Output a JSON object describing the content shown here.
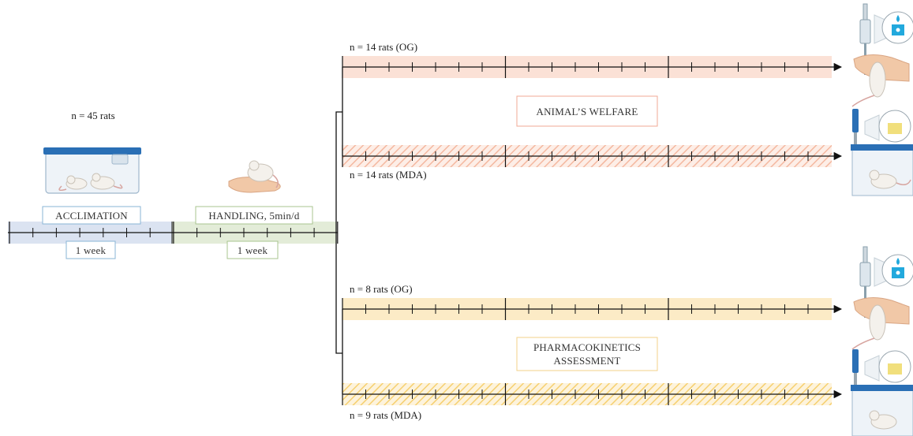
{
  "colors": {
    "acclimation_band": "#dbe3f1",
    "handling_band": "#e3ecd8",
    "welfare_band": "#fbe1d6",
    "welfare_hatch": "#f4b8a0",
    "pk_band": "#fcebc6",
    "pk_hatch": "#f6d070",
    "acclimation_box_border": "#8ab4d6",
    "handling_box_border": "#a9c48f",
    "welfare_box_border": "#f0a994",
    "pk_box_border": "#f3d08a",
    "line": "#111111",
    "cage_lid": "#2a6fb5",
    "drop_blue": "#22a9dd",
    "drop_yellow": "#f1df7c"
  },
  "left_section": {
    "n_label": "n = 45 rats",
    "acclimation_label": "ACCLIMATION",
    "acclimation_duration": "1 week",
    "handling_label": "HANDLING, 5min/d",
    "handling_duration": "1 week",
    "icons": [
      "rat-cage-icon",
      "hand-holding-rat-icon"
    ]
  },
  "welfare_group": {
    "title": "ANIMAL’S WELFARE",
    "og_label": "n = 14 rats (OG)",
    "mda_label": "n = 14 rats (MDA)",
    "icons": [
      "oral-gavage-icon",
      "mda-cage-icon"
    ]
  },
  "pk_group": {
    "title_line1": "PHARMACOKINETICS",
    "title_line2": "ASSESSMENT",
    "og_label": "n = 8 rats (OG)",
    "mda_label": "n = 9 rats (MDA)",
    "icons": [
      "oral-gavage-icon",
      "mda-cage-icon"
    ]
  }
}
